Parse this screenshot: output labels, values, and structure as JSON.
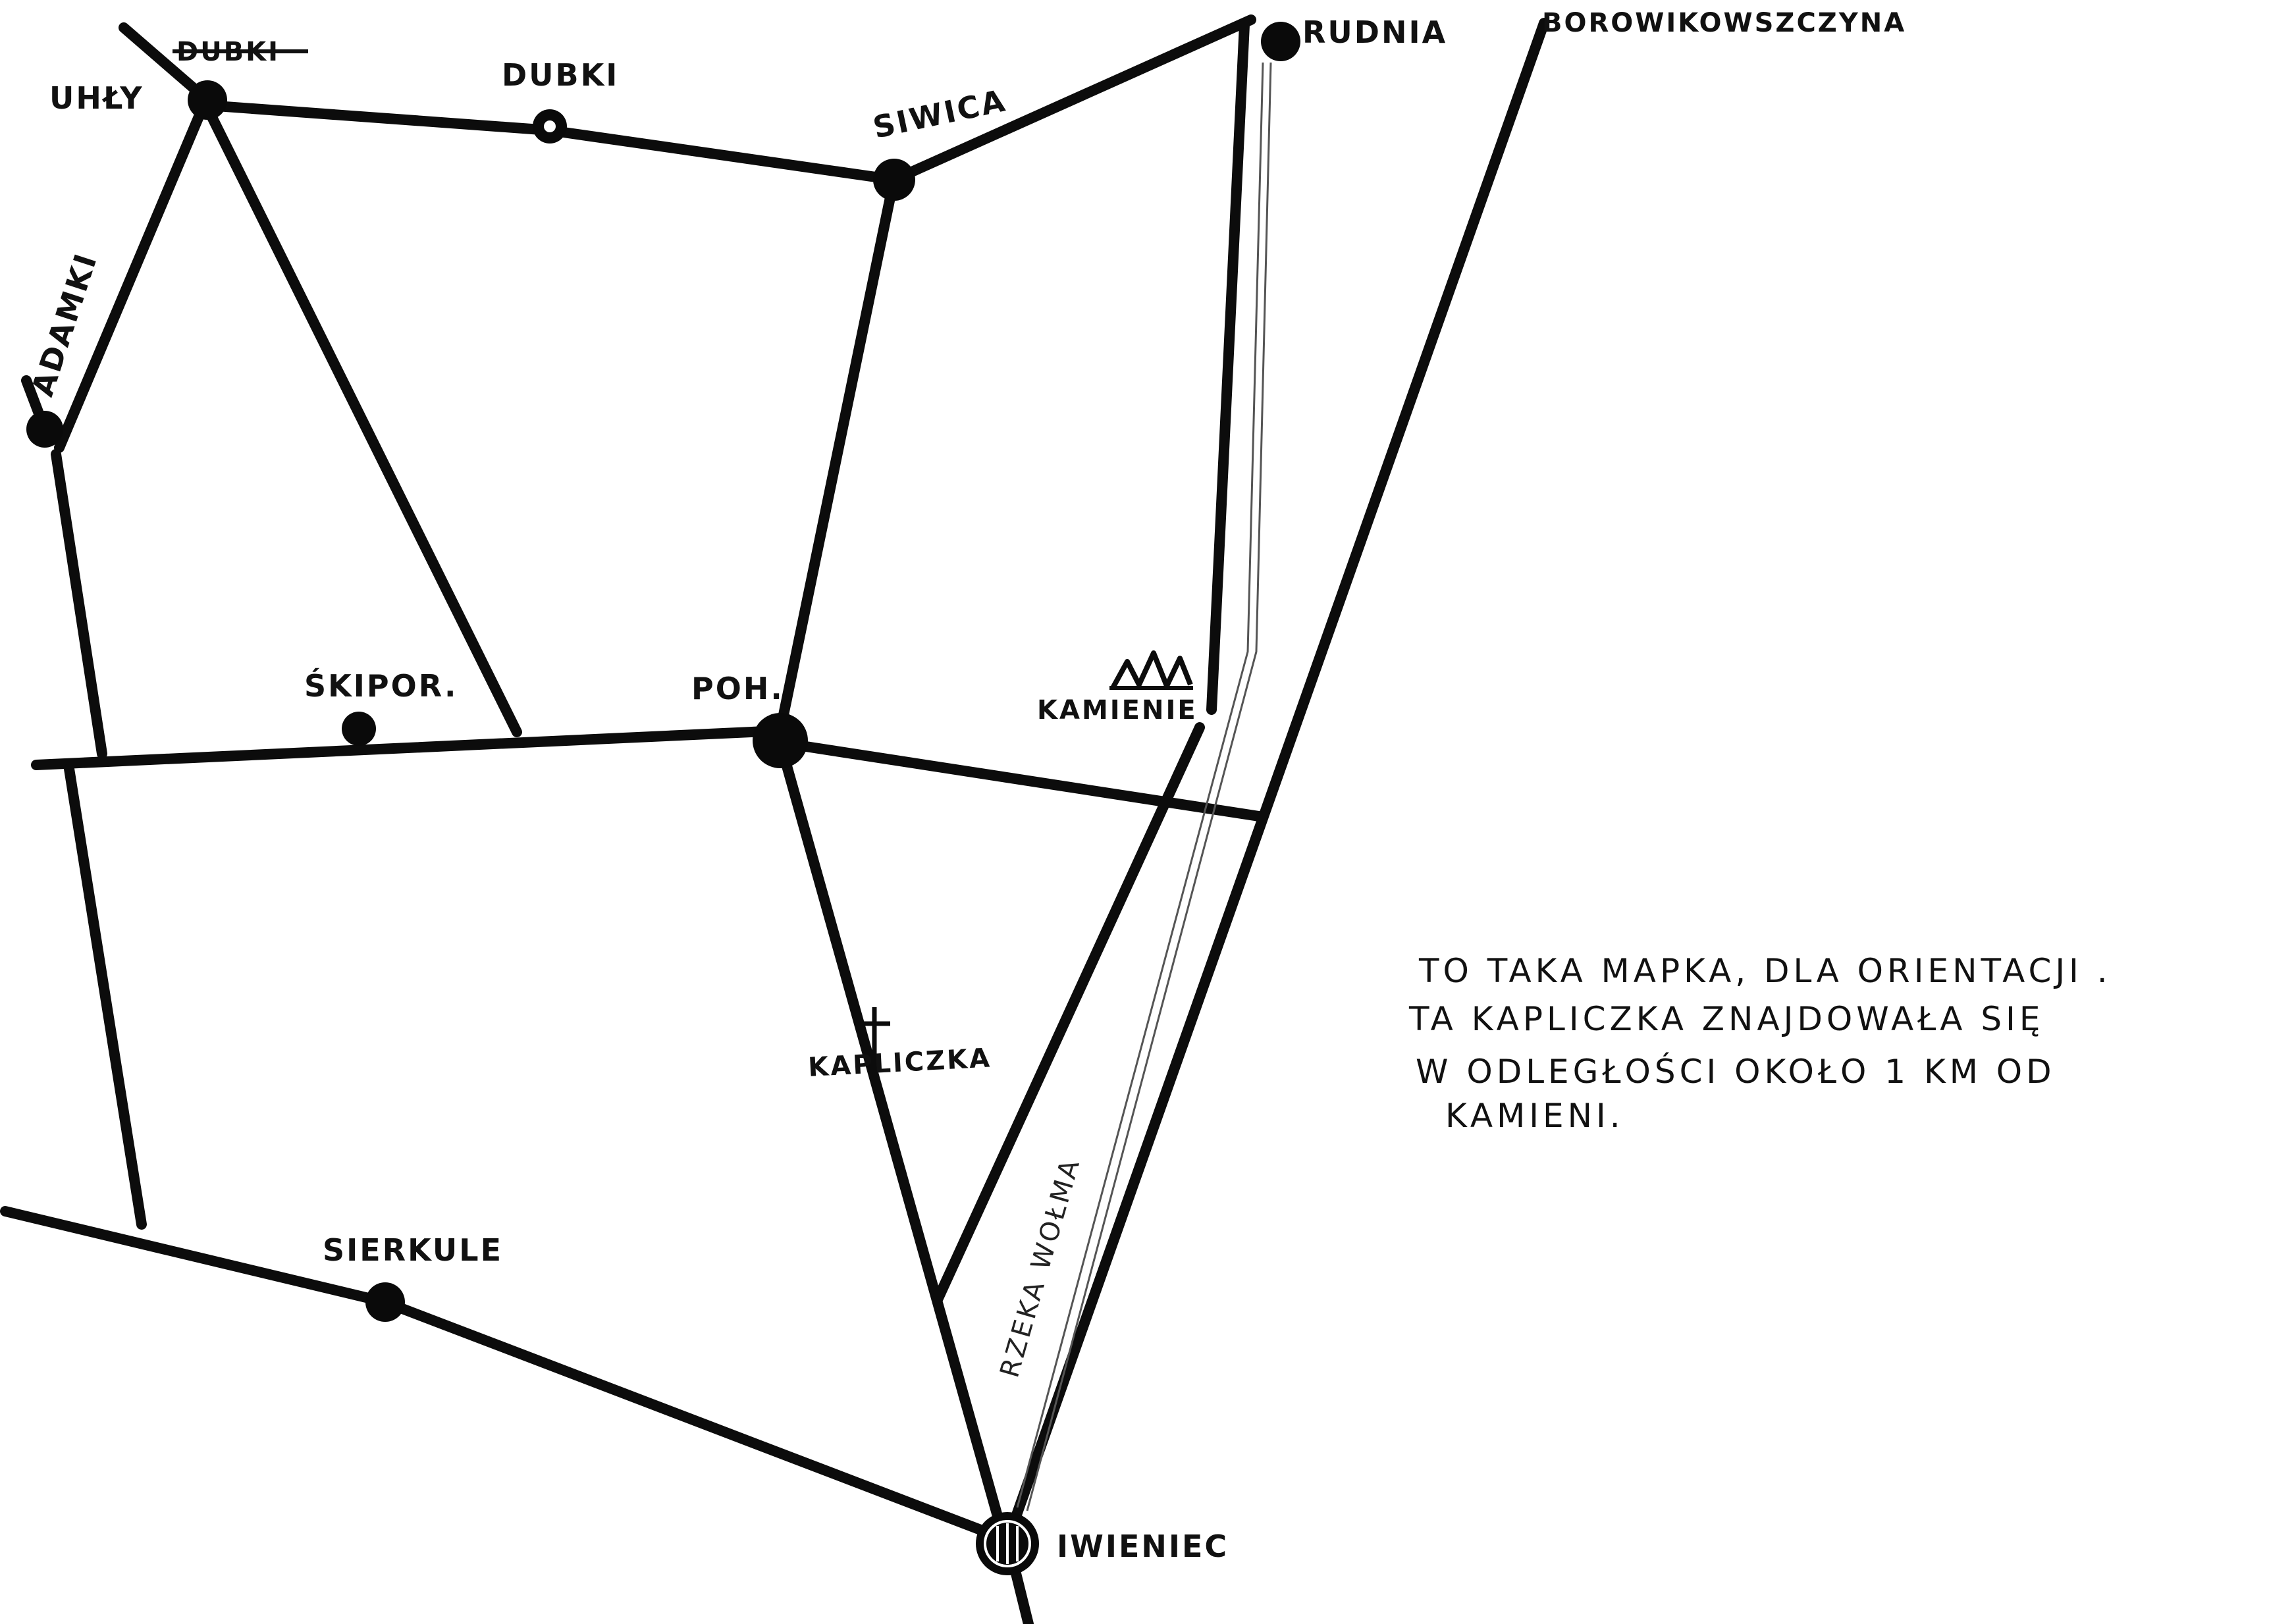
{
  "map": {
    "villages": {
      "uhly": "UHŁY",
      "dubki_struck": "DUBKI",
      "dubki": "DUBKI",
      "siwica": "SIWICA",
      "rudnia": "RUDNIA",
      "borowikowszczyna": "BOROWIKOWSZCZYNA",
      "adamki": "ADAMKI",
      "skipor": "ŚKIPOR.",
      "poh": "POH.",
      "kamienie": "KAMIENIE",
      "kapliczka": "KAPLICZKA",
      "sierkule": "SIERKULE",
      "iwieniec": "IWIENIEC"
    },
    "river": "RZEKA WOŁMA",
    "note": [
      "TO TAKA MAPKA, DLA ORIENTACJI .",
      "TA KAPLICZKA ZNAJDOWAŁA SIĘ",
      "W ODLEGŁOŚCI OKOŁO 1 KM OD",
      "KAMIENI."
    ]
  }
}
